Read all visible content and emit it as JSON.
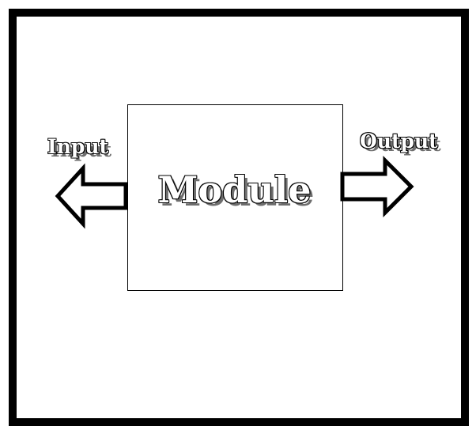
{
  "diagram": {
    "module_label": "Module",
    "input_label": "Input",
    "output_label": "Output"
  },
  "colors": {
    "frame": "#000000",
    "background": "#ffffff",
    "text_fill": "#ffffff",
    "text_outline": "#000000",
    "text_shadow": "#6e6e6e"
  }
}
